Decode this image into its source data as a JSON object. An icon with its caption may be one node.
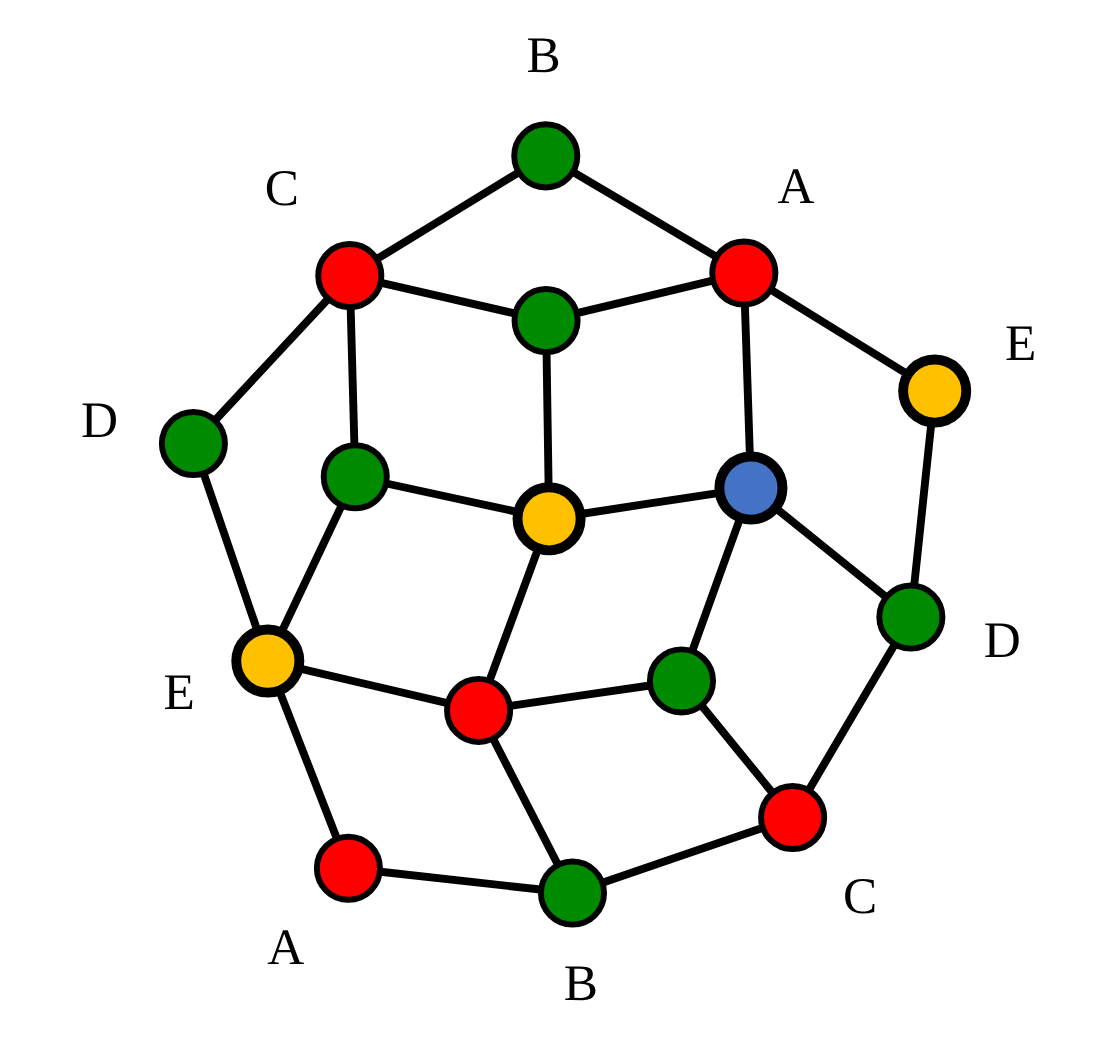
{
  "diagram": {
    "nodes": [
      {
        "text": [],
        "shape": "circle",
        "beside": [
          "A"
        ]
      },
      {
        "text": [],
        "shape": "circle",
        "beside": [
          "B"
        ]
      },
      {
        "text": [],
        "shape": "circle",
        "beside": [
          "E"
        ]
      },
      {
        "text": [],
        "shape": "circle"
      },
      {
        "text": [],
        "shape": "circle",
        "beside": [
          "C"
        ]
      },
      {
        "text": [],
        "shape": "circle"
      },
      {
        "text": [],
        "shape": "circle",
        "beside": [
          "D"
        ]
      },
      {
        "text": [],
        "shape": "circle"
      },
      {
        "text": [],
        "shape": "circle"
      },
      {
        "text": [],
        "shape": "circle",
        "beside": [
          "D"
        ]
      },
      {
        "text": [],
        "shape": "circle"
      },
      {
        "text": [],
        "shape": "circle",
        "beside": [
          "C"
        ]
      },
      {
        "text": [],
        "shape": "circle",
        "beside": [
          "E"
        ]
      },
      {
        "text": [],
        "shape": "circle"
      },
      {
        "text": [],
        "shape": "circle",
        "beside": [
          "B"
        ]
      },
      {
        "text": [],
        "shape": "circle",
        "beside": [
          "A"
        ]
      }
    ],
    "edges": [
      {
        "from": 0,
        "to": 1,
        "arrow": "none"
      },
      {
        "from": 0,
        "to": 2,
        "arrow": "none"
      },
      {
        "from": 1,
        "to": 3,
        "arrow": "none"
      },
      {
        "from": 1,
        "to": 4,
        "arrow": "none"
      },
      {
        "from": 2,
        "to": 3,
        "arrow": "none"
      },
      {
        "from": 3,
        "to": 5,
        "arrow": "none"
      },
      {
        "from": 4,
        "to": 5,
        "arrow": "none"
      },
      {
        "from": 3,
        "to": 8,
        "arrow": "none"
      },
      {
        "from": 2,
        "to": 6,
        "arrow": "none"
      },
      {
        "from": 2,
        "to": 7,
        "arrow": "none"
      },
      {
        "from": 6,
        "to": 11,
        "arrow": "none"
      },
      {
        "from": 7,
        "to": 11,
        "arrow": "none"
      },
      {
        "from": 7,
        "to": 8,
        "arrow": "none"
      },
      {
        "from": 4,
        "to": 9,
        "arrow": "none"
      },
      {
        "from": 9,
        "to": 10,
        "arrow": "none"
      },
      {
        "from": 5,
        "to": 10,
        "arrow": "none"
      },
      {
        "from": 8,
        "to": 10,
        "arrow": "none"
      },
      {
        "from": 9,
        "to": 12,
        "arrow": "none"
      },
      {
        "from": 8,
        "to": 13,
        "arrow": "none"
      },
      {
        "from": 11,
        "to": 13,
        "arrow": "none"
      },
      {
        "from": 11,
        "to": 14,
        "arrow": "none"
      },
      {
        "from": 13,
        "to": 15,
        "arrow": "none"
      },
      {
        "from": 14,
        "to": 15,
        "arrow": "none"
      },
      {
        "from": 10,
        "to": 15,
        "arrow": "none"
      },
      {
        "from": 12,
        "to": 15,
        "arrow": "none"
      }
    ]
  }
}
